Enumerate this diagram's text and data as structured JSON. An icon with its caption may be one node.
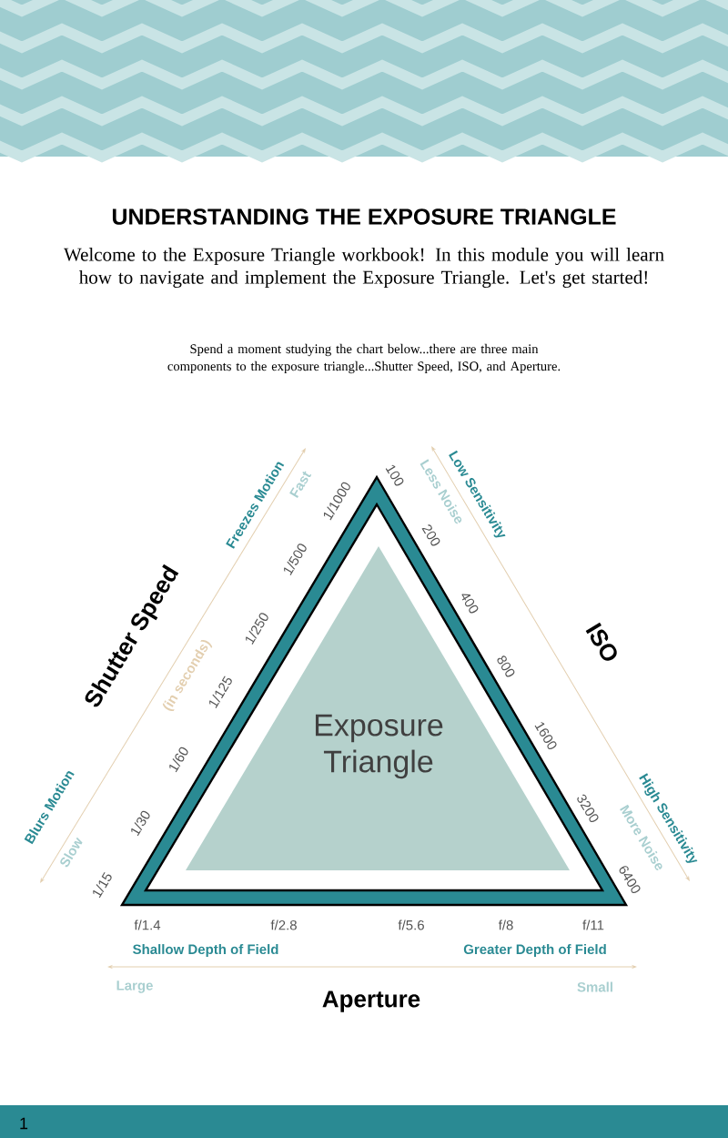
{
  "diagram": {
    "title": "UNDERSTANDING THE EXPOSURE TRIANGLE",
    "nodes": [
      {
        "text": [
          "Exposure Triangle"
        ]
      }
    ],
    "labels": [
      "Welcome to the Exposure Triangle workbook! In this module you will learn how to navigate and implement the Exposure Triangle. Let's get started!",
      "Spend a moment studying the chart below...there are three main components to the exposure triangle...Shutter Speed, ISO, and Aperture.",
      "Freezes Motion",
      "Fast",
      "Shutter Speed",
      "(in seconds)",
      "Blurs Motion",
      "Slow",
      "1/1000",
      "1/500",
      "1/250",
      "1/125",
      "1/60",
      "1/30",
      "1/15",
      "Low Sensitivity",
      "Less Noise",
      "100",
      "200",
      "400",
      "800",
      "1600",
      "3200",
      "6400",
      "ISO",
      "High Sensitivity",
      "More Noise",
      "f/1.4",
      "f/2.8",
      "f/5.6",
      "f/8",
      "f/11",
      "Shallow Depth of Field",
      "Greater Depth of Field",
      "Large",
      "Small",
      "Aperture",
      "1"
    ]
  }
}
